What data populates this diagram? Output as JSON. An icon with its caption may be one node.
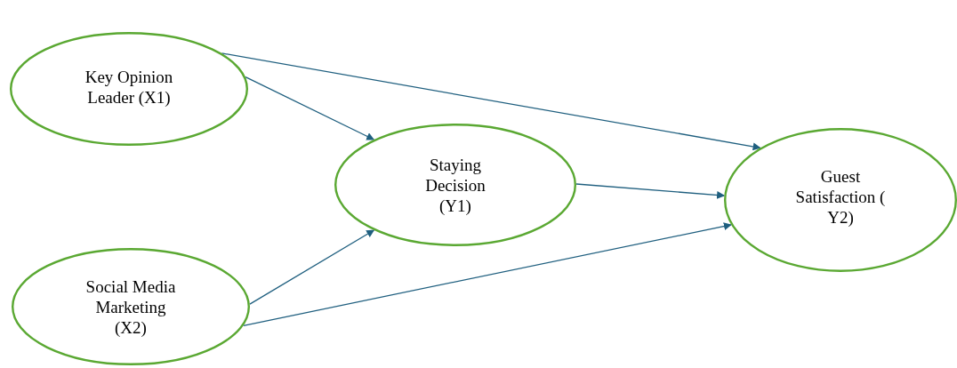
{
  "diagram": {
    "nodes": [
      {
        "text": [
          "Key Opinion Leader (X1)"
        ]
      },
      {
        "text": [
          "Staying Decision (Y1)"
        ]
      },
      {
        "text": [
          "Guest Satisfaction ( Y2)"
        ]
      },
      {
        "text": [
          "Social Media Marketing (X2)"
        ]
      }
    ],
    "edges": [
      {
        "from": 0,
        "to": 2,
        "arrow": "to"
      },
      {
        "from": 0,
        "to": 1,
        "arrow": "to"
      },
      {
        "from": 1,
        "to": 2,
        "arrow": "to"
      },
      {
        "from": 3,
        "to": 1,
        "arrow": "to"
      },
      {
        "from": 3,
        "to": 2,
        "arrow": "to"
      }
    ]
  }
}
